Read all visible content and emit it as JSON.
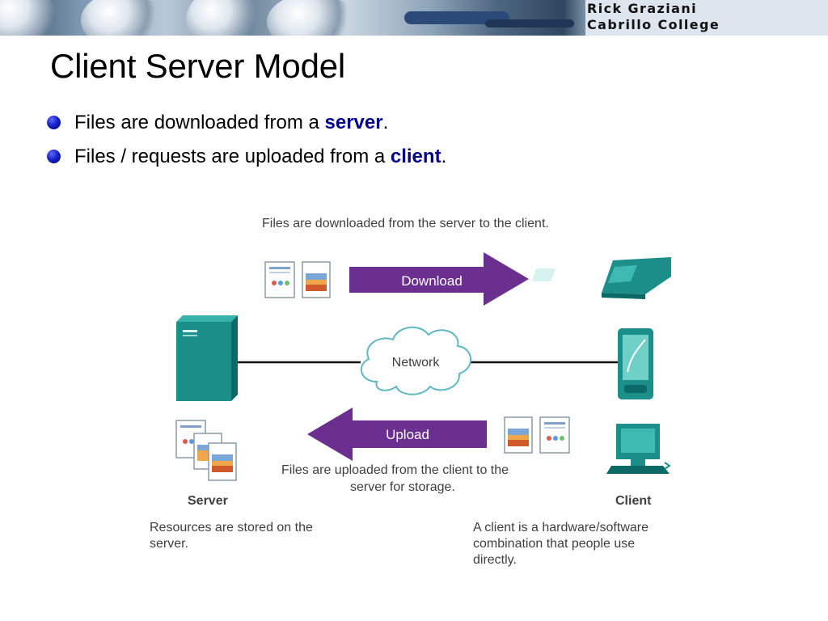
{
  "header": {
    "author": "Rick Graziani",
    "institution": "Cabrillo College"
  },
  "slide": {
    "title": "Client Server Model",
    "bullets": [
      {
        "prefix": "Files are downloaded from a ",
        "emphasis": "server",
        "suffix": "."
      },
      {
        "prefix": "Files / requests are uploaded from a ",
        "emphasis": "client",
        "suffix": "."
      }
    ]
  },
  "diagram": {
    "top_caption": "Files are downloaded from the server to the client.",
    "download_label": "Download",
    "network_label": "Network",
    "upload_label": "Upload",
    "upload_caption_line1": "Files are uploaded from the client to the",
    "upload_caption_line2": "server for storage.",
    "server_label": "Server",
    "client_label": "Client",
    "server_desc_line1": "Resources are stored on the",
    "server_desc_line2": "server.",
    "client_desc_line1": "A client is a hardware/software",
    "client_desc_line2": "combination that people use",
    "client_desc_line3": "directly."
  },
  "icons": {
    "server": "server-tower-icon",
    "phone": "ip-phone-icon",
    "pda": "pda-device-icon",
    "pc": "desktop-pc-icon",
    "cloud": "network-cloud-icon",
    "document": "document-icon",
    "image_file": "image-file-icon"
  },
  "colors": {
    "arrow_purple": "#6b2f8f",
    "device_teal": "#1d8f8a",
    "bullet_blue": "#1a22c8",
    "emphasis_blue": "#00008b"
  }
}
